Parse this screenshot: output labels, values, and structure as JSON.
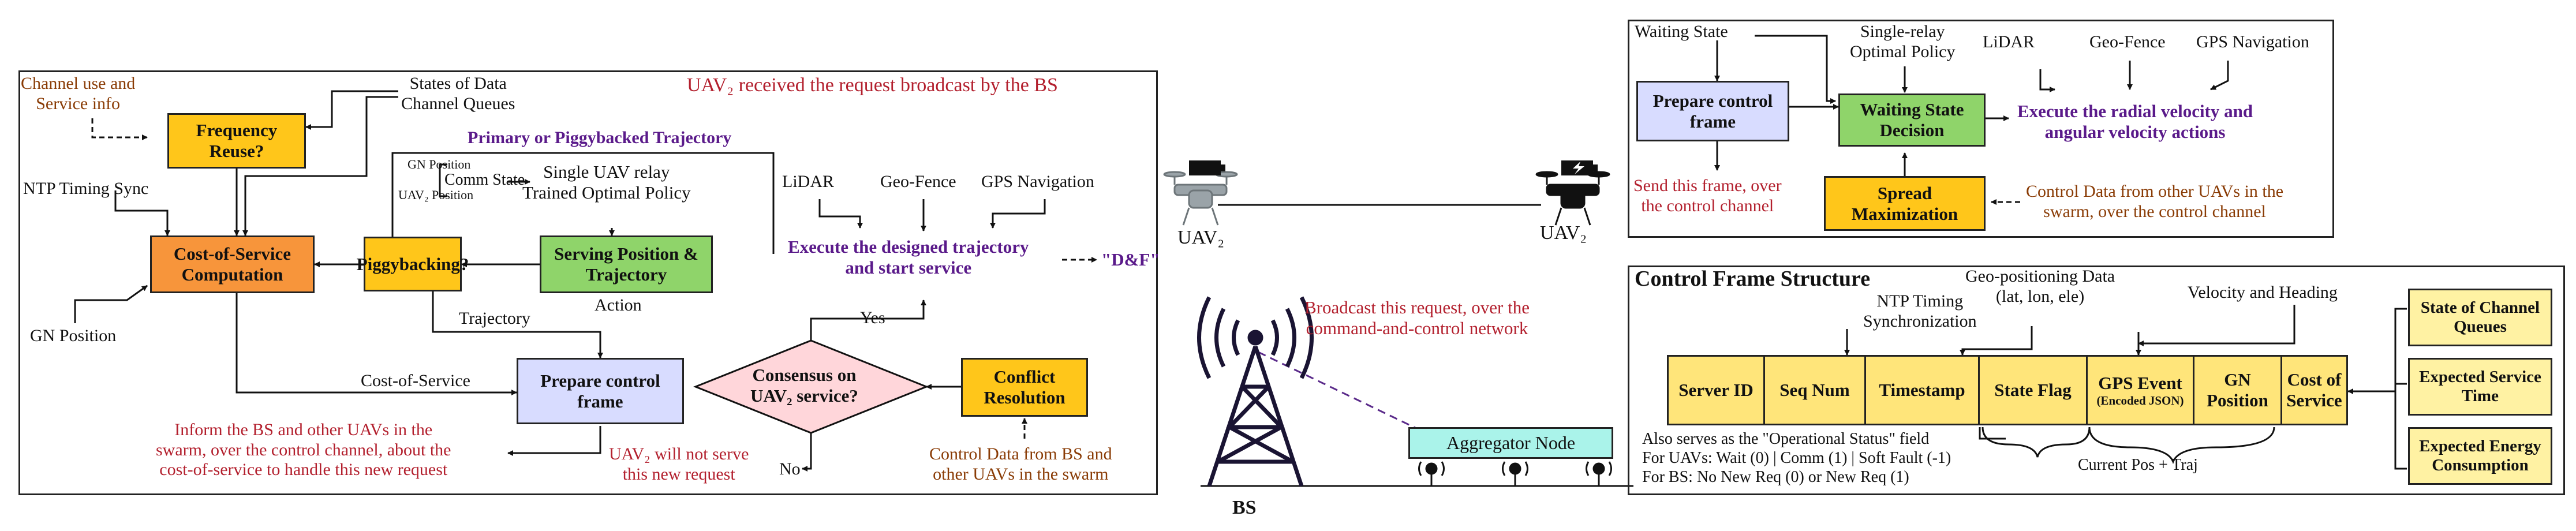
{
  "left": {
    "title": "UAV₂ received the request broadcast by the BS",
    "channel_use": "Channel use and\nService info",
    "states_queues": "States of Data\nChannel Queues",
    "frequency_reuse": "Frequency\nReuse?",
    "primary_piggy": "Primary or Piggybacked Trajectory",
    "ntp_sync": "NTP Timing Sync",
    "gn_position_small": "GN Position",
    "comm_state": "Comm State",
    "uav2_position_small": "UAV₂ Position",
    "single_uav_relay": "Single UAV relay\nTrained Optimal Policy",
    "cost_of_service_comp": "Cost-of-Service\nComputation",
    "piggybacking": "Piggybacking?",
    "serving_position": "Serving Position &\nTrajectory",
    "action": "Action",
    "lidar": "LiDAR",
    "geo_fence": "Geo-Fence",
    "gps_navigation": "GPS Navigation",
    "execute_designed": "Execute the designed trajectory\nand start service",
    "df": "\"D&F\"",
    "gn_position": "GN Position",
    "trajectory": "Trajectory",
    "yes": "Yes",
    "cost_of_service": "Cost-of-Service",
    "prepare_control": "Prepare control\nframe",
    "consensus": "Consensus on\nUAV₂ service?",
    "conflict_resolution": "Conflict\nResolution",
    "inform": "Inform the BS and other UAVs in the\nswarm, over the control channel, about the\ncost-of-service to handle this new request",
    "will_not_serve": "UAV₂ will not serve\nthis new request",
    "no": "No",
    "control_data_bs": "Control Data from BS and\nother UAVs in the swarm"
  },
  "middle": {
    "uav_left": "UAV₂",
    "uav_right": "UAV₂",
    "broadcast": "Broadcast this request, over the\ncommand-and-control network",
    "aggregator": "Aggregator Node",
    "bs": "BS"
  },
  "top_right": {
    "waiting_state": "Waiting State",
    "single_relay": "Single-relay\nOptimal Policy",
    "lidar": "LiDAR",
    "geo_fence": "Geo-Fence",
    "gps_navigation": "GPS Navigation",
    "prepare_control": "Prepare control\nframe",
    "waiting_decision": "Waiting State\nDecision",
    "execute_radial": "Execute the radial velocity and\nangular velocity actions",
    "send_frame": "Send this frame, over\nthe control channel",
    "spread_max": "Spread\nMaximization",
    "control_data_uavs": "Control Data from other UAVs in the\nswarm, over the control channel"
  },
  "bottom_right": {
    "title": "Control Frame Structure",
    "geo_data": "Geo-positioning Data\n(lat, lon, ele)",
    "ntp_timing": "NTP Timing\nSynchronization",
    "velocity_heading": "Velocity and Heading",
    "fields": {
      "server_id": "Server ID",
      "seq_num": "Seq Num",
      "timestamp": "Timestamp",
      "state_flag": "State Flag",
      "gps_event": "GPS Event",
      "gps_event_sub": "(Encoded JSON)",
      "gn_position": "GN\nPosition",
      "cost_of_service": "Cost of\nService"
    },
    "also_serves": "Also serves as the \"Operational Status\" field",
    "for_uavs": "For UAVs: Wait (0) | Comm (1) | Soft Fault (-1)",
    "for_bs": "For BS: No New Req (0) or New Req (1)",
    "current_pos": "Current Pos + Traj",
    "side_boxes": {
      "state_channel": "State of Channel\nQueues",
      "expected_service": "Expected Service\nTime",
      "expected_energy": "Expected Energy\nConsumption"
    }
  }
}
